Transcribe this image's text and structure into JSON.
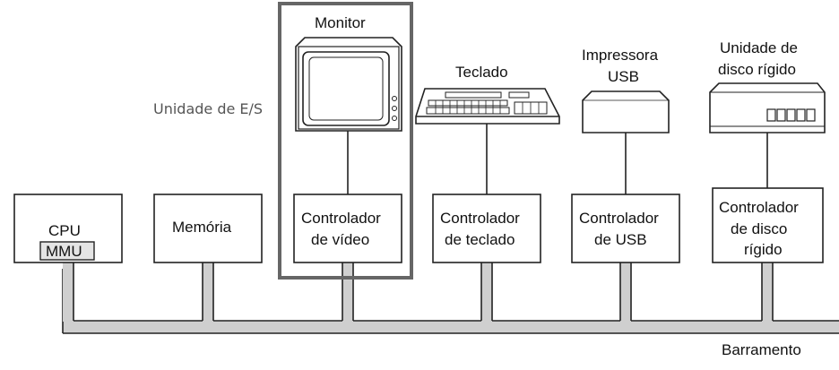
{
  "labels": {
    "io_unit": "Unidade de E/S",
    "bus": "Barramento"
  },
  "devices": {
    "monitor": "Monitor",
    "keyboard": "Teclado",
    "printer": [
      "Impressora",
      "USB"
    ],
    "disk": [
      "Unidade de",
      "disco rígido"
    ]
  },
  "components": {
    "cpu": "CPU",
    "mmu": "MMU",
    "memory": "Memória",
    "video_controller": [
      "Controlador",
      "de vídeo"
    ],
    "keyboard_controller": [
      "Controlador",
      "de teclado"
    ],
    "usb_controller": [
      "Controlador",
      "de USB"
    ],
    "disk_controller": [
      "Controlador",
      "de disco",
      "rígido"
    ]
  },
  "colors": {
    "bus_fill": "#cfcfcf",
    "highlight_frame": "#666666",
    "ink": "#222222"
  }
}
